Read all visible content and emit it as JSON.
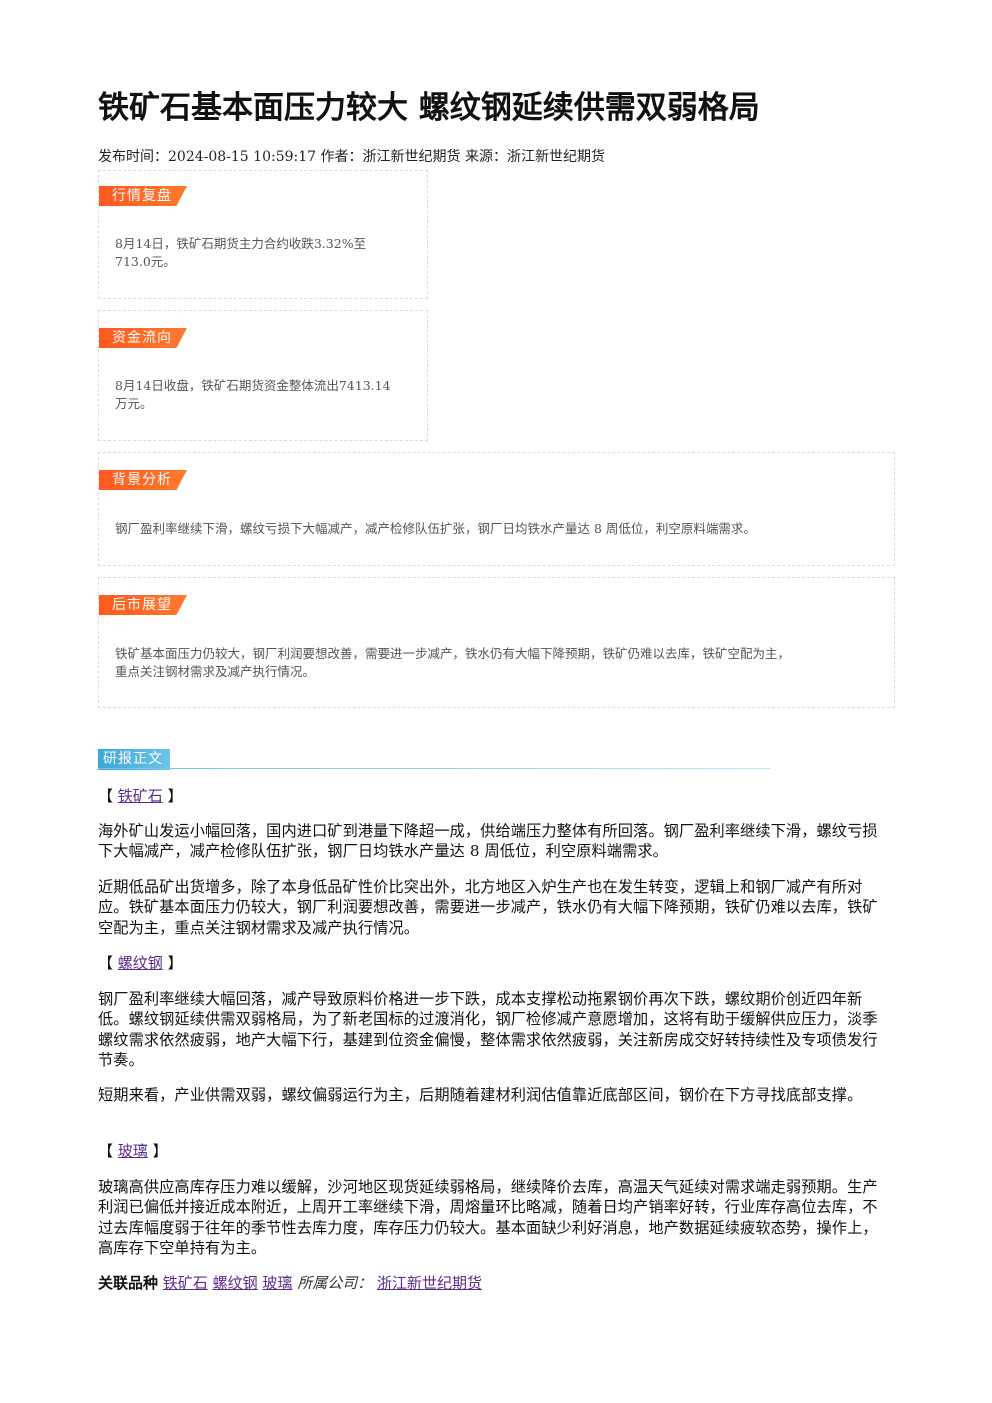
{
  "article": {
    "title": "铁矿石基本面压力较大 螺纹钢延续供需双弱格局",
    "meta": "发布时间：2024-08-15 10:59:17 作者：浙江新世纪期货 来源：浙江新世纪期货"
  },
  "boxes": [
    {
      "tag": "行情复盘",
      "text_lines": [
        "8月14日，铁矿石期货主力合约收跌3.32%至",
        "713.0元。"
      ]
    },
    {
      "tag": "资金流向",
      "text_lines": [
        "8月14日收盘，铁矿石期货资金整体流出7413.14",
        "万元。"
      ]
    },
    {
      "tag": "背景分析",
      "text_lines": [
        "钢厂盈利率继续下滑，螺纹亏损下大幅减产，减产检修队伍扩张，钢厂日均铁水产量达 8 周低位，利空原料端需求。"
      ]
    },
    {
      "tag": "后市展望",
      "text_lines": [
        "铁矿基本面压力仍较大，钢厂利润要想改善，需要进一步减产，铁水仍有大幅下降预期，铁矿仍难以去库，铁矿空配为主，",
        "重点关注钢材需求及减产执行情况。"
      ]
    }
  ],
  "report": {
    "tag": "研报正文",
    "sections": [
      {
        "open": "【",
        "name": "铁矿石",
        "close": "】",
        "paragraphs": [
          "海外矿山发运小幅回落，国内进口矿到港量下降超一成，供给端压力整体有所回落。钢厂盈利率继续下滑，螺纹亏损下大幅减产，减产检修队伍扩张，钢厂日均铁水产量达 8 周低位，利空原料端需求。",
          "近期低品矿出货增多，除了本身低品矿性价比突出外，北方地区入炉生产也在发生转变，逻辑上和钢厂减产有所对应。铁矿基本面压力仍较大，钢厂利润要想改善，需要进一步减产，铁水仍有大幅下降预期，铁矿仍难以去库，铁矿空配为主，重点关注钢材需求及减产执行情况。"
        ]
      },
      {
        "open": "【",
        "name": "螺纹钢",
        "close": "】",
        "paragraphs": [
          "钢厂盈利率继续大幅回落，减产导致原料价格进一步下跌，成本支撑松动拖累钢价再次下跌，螺纹期价创近四年新低。螺纹钢延续供需双弱格局，为了新老国标的过渡消化，钢厂检修减产意愿增加，这将有助于缓解供应压力，淡季螺纹需求依然疲弱，地产大幅下行，基建到位资金偏慢，整体需求依然疲弱，关注新房成交好转持续性及专项债发行节奏。",
          "短期来看，产业供需双弱，螺纹偏弱运行为主，后期随着建材利润估值靠近底部区间，钢价在下方寻找底部支撑。"
        ]
      },
      {
        "open": "【",
        "name": "玻璃",
        "close": "】",
        "paragraphs": [
          "玻璃高供应高库存压力难以缓解，沙河地区现货延续弱格局，继续降价去库，高温天气延续对需求端走弱预期。生产利润已偏低并接近成本附近，上周开工率继续下滑，周熔量环比略减，随着日均产销率好转，行业库存高位去库，不过去库幅度弱于往年的季节性去库力度，库存压力仍较大。基本面缺少利好消息，地产数据延续疲软态势，操作上，高库存下空单持有为主。"
        ]
      }
    ]
  },
  "related": {
    "label": "关联品种",
    "items": [
      "铁矿石",
      "螺纹钢",
      "玻璃"
    ],
    "company_label": "所属公司：",
    "company": "浙江新世纪期货"
  }
}
